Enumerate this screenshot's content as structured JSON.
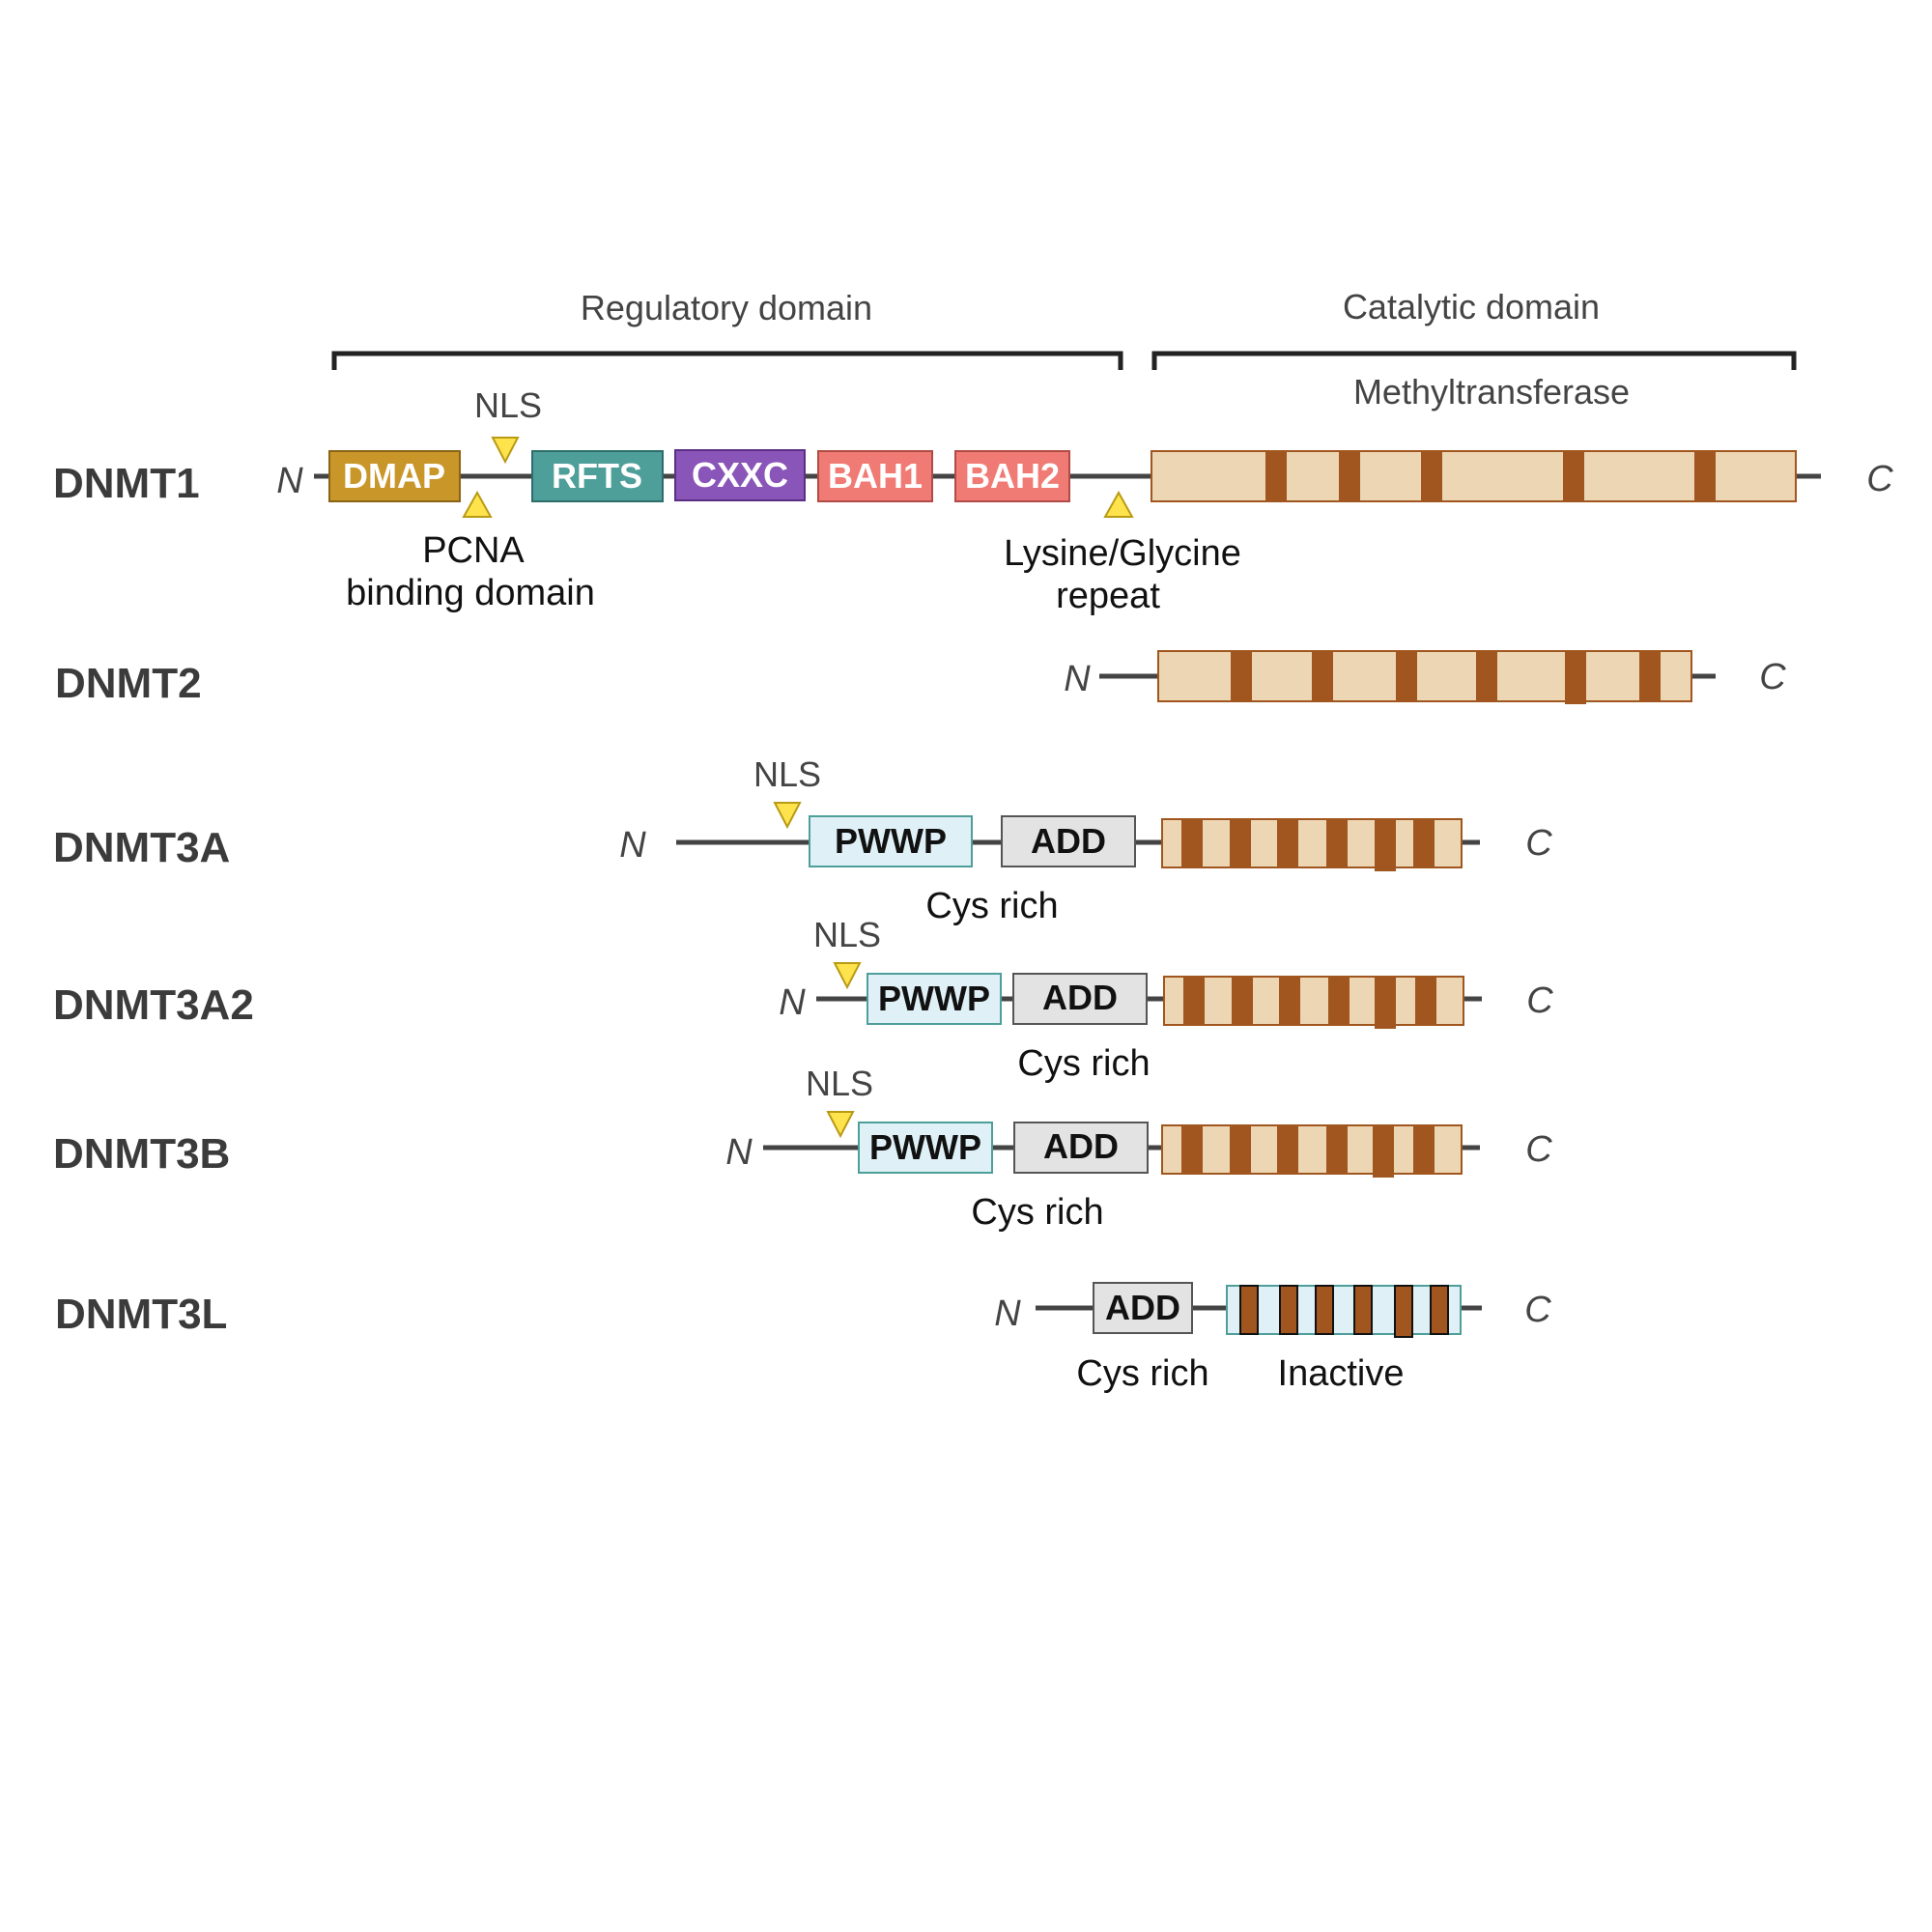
{
  "header": {
    "regulatory_domain": "Regulatory domain",
    "catalytic_domain": "Catalytic domain",
    "methyltransferase": "Methyltransferase"
  },
  "terminals": {
    "n": "N",
    "c": "C"
  },
  "proteins": [
    {
      "name": "DNMT1",
      "domains": [
        "DMAP",
        "RFTS",
        "CXXC",
        "BAH1",
        "BAH2"
      ],
      "nls": "NLS",
      "annotations": {
        "pcna_line1": "PCNA",
        "pcna_line2": "binding domain",
        "lysine_line1": "Lysine/Glycine",
        "lysine_line2": "repeat"
      },
      "catalytic_motifs": 5
    },
    {
      "name": "DNMT2",
      "domains": [],
      "catalytic_motifs": 6
    },
    {
      "name": "DNMT3A",
      "domains": [
        "PWWP",
        "ADD"
      ],
      "nls": "NLS",
      "annotation": "Cys rich",
      "catalytic_motifs": 6
    },
    {
      "name": "DNMT3A2",
      "domains": [
        "PWWP",
        "ADD"
      ],
      "nls": "NLS",
      "annotation": "Cys rich",
      "catalytic_motifs": 6
    },
    {
      "name": "DNMT3B",
      "domains": [
        "PWWP",
        "ADD"
      ],
      "nls": "NLS",
      "annotation": "Cys rich",
      "catalytic_motifs": 6
    },
    {
      "name": "DNMT3L",
      "domains": [
        "ADD"
      ],
      "annotation": "Cys rich",
      "inactive_label": "Inactive",
      "catalytic_motifs": 6
    }
  ],
  "colors": {
    "dmap": "#c9962a",
    "rfts": "#4e9e9a",
    "cxxc": "#8a55b8",
    "bah": "#f07a74",
    "catalytic_fill": "#edd6b3",
    "catalytic_motif": "#a0561e",
    "pwwp": "#dff1f7",
    "add": "#e3e3e3",
    "nls_marker": "#ffe34d"
  }
}
